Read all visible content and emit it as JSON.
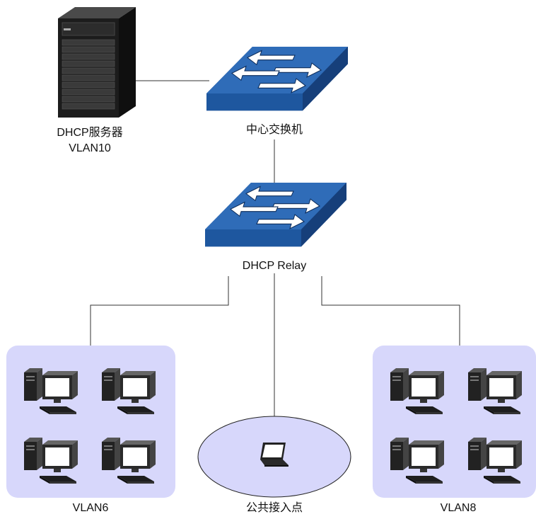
{
  "nodes": {
    "dhcp_server": {
      "label": "DHCP服务器",
      "vlan": "VLAN10"
    },
    "core_switch": {
      "label": "中心交换机"
    },
    "relay_switch": {
      "label": "DHCP Relay"
    },
    "vlan6": {
      "label": "VLAN6"
    },
    "public_ap": {
      "label": "公共接入点"
    },
    "vlan8": {
      "label": "VLAN8"
    }
  },
  "colors": {
    "switch_top": "#2f6cb8",
    "switch_front": "#1b4d93",
    "switch_side": "#163f7a",
    "vlan_box": "#d7d7fb",
    "ellipse": "#d7d7fb",
    "line": "#333333",
    "server": "#1c1c1c"
  },
  "icons": {
    "server": "tower-server-icon",
    "switch": "network-switch-icon",
    "pc": "desktop-computer-icon",
    "laptop": "laptop-icon"
  }
}
